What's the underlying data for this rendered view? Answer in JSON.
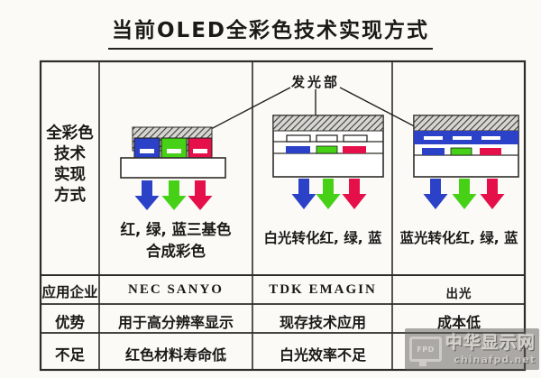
{
  "title": "当前OLED全彩色技术实现方式",
  "table": {
    "corner_lines": [
      "全彩色",
      "技术",
      "实现",
      "方式"
    ],
    "emitter_label": "发光部",
    "row_labels": {
      "company": "应用企业",
      "advantage": "优势",
      "weakness": "不足"
    },
    "columns": [
      {
        "caption_line1": "红, 绿, 蓝三基色",
        "caption_line2": "合成彩色",
        "company": "NEC SANYO",
        "advantage": "用于高分辨率显示",
        "weakness": "红色材料寿命低"
      },
      {
        "caption_line1": "白光转化红, 绿, 蓝",
        "company": "TDK EMAGIN",
        "advantage": "现存技术应用",
        "weakness": "白光效率不足"
      },
      {
        "caption_line1": "蓝光转化红, 绿, 蓝",
        "company": "出光",
        "advantage": "成本低"
      }
    ]
  },
  "watermark": {
    "icon_label": "FPD",
    "name": "中华显示网",
    "url": "chinafpd.net"
  },
  "colors": {
    "red": "#e5104a",
    "green": "#46d117",
    "blue": "#2b41c8",
    "line": "#2e2c28"
  }
}
